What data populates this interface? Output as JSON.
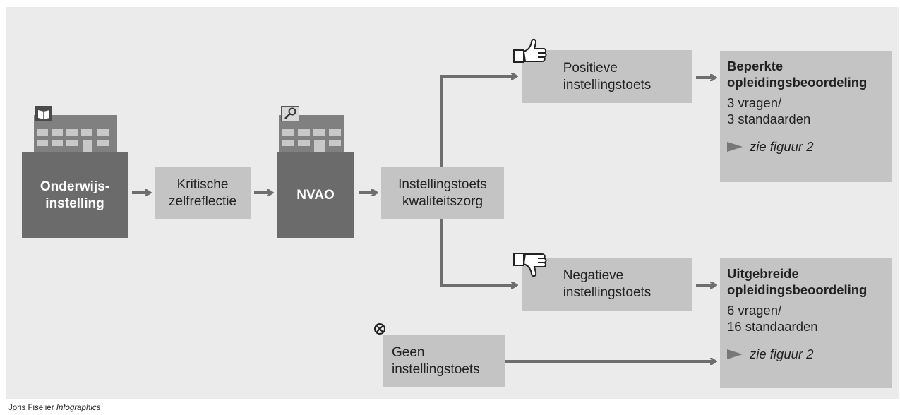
{
  "nodes": {
    "onderwijsinstelling": "Onderwijs-\ninstelling",
    "zelfreflectie": "Kritische\nzelfreflectie",
    "nvao": "NVAO",
    "instellingstoets": "Instellingstoets\nkwaliteitszorg",
    "positief": "Positieve\ninstellingstoets",
    "negatief": "Negatieve\ninstellingstoets",
    "geen": "Geen\ninstellingstoets"
  },
  "results": {
    "beperkt": {
      "title": "Beperkte\nopleidingsbeoordeling",
      "text": "3 vragen/\n3 standaarden",
      "link": "zie figuur 2"
    },
    "uitgebreid": {
      "title": "Uitgebreide\nopleidingsbeoordeling",
      "text": "6 vragen/\n16 standaarden",
      "link": "zie figuur 2"
    }
  },
  "icons": {
    "school": "book-icon",
    "nvao": "magnifier-icon",
    "positive": "thumbs-up-icon",
    "negative": "thumbs-down-icon",
    "none": "cross-circle-icon"
  },
  "credit": {
    "name": "Joris Fiselier",
    "label": "Infographics"
  },
  "colors": {
    "background": "#ebebeb",
    "dark_box": "#6b6b6b",
    "light_box": "#c4c4c4",
    "arrow": "#6e6e6e"
  }
}
